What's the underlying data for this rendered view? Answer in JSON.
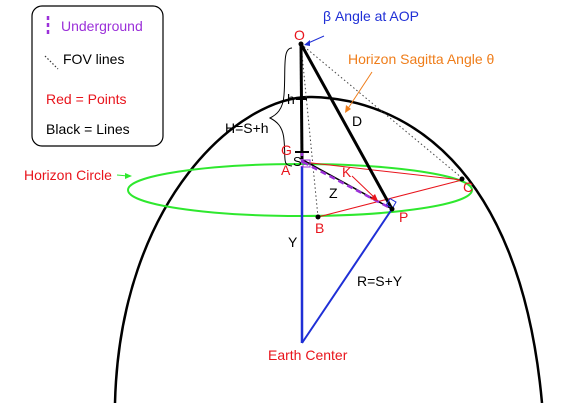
{
  "legend": {
    "underground": "Underground",
    "fov_lines": "FOV lines",
    "red_points": "Red = Points",
    "black_lines": "Black = Lines"
  },
  "labels": {
    "beta_angle": "β  Angle at AOP",
    "horizon_sagitta": "Horizon Sagitta Angle  θ",
    "horizon_circle": "Horizon Circle",
    "earth_center": "Earth Center"
  },
  "points": {
    "O": "O",
    "A": "A",
    "B": "B",
    "C": "C",
    "G": "G",
    "K": "K",
    "P": "P"
  },
  "line_labels": {
    "h": "h",
    "H": "H=S+h",
    "S": "S",
    "D": "D",
    "Z": "Z",
    "Y": "Y",
    "R": "R=S+Y"
  },
  "colors": {
    "red": "#e8141c",
    "blue": "#1f2fd6",
    "orange": "#ef7d1a",
    "green": "#2ee82e",
    "purple": "#9b30d9",
    "black": "#000000",
    "gray": "#666666"
  }
}
